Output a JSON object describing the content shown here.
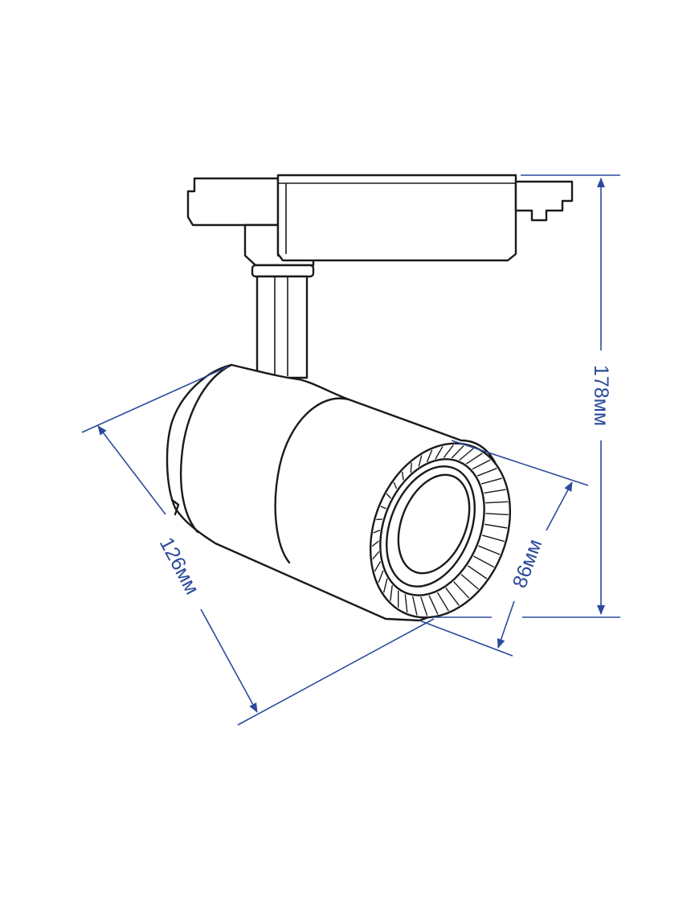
{
  "dimensions": {
    "height": {
      "value": 178,
      "unit": "мм",
      "label": "178мм"
    },
    "length": {
      "value": 126,
      "unit": "мм",
      "label": "126мм"
    },
    "diameter": {
      "value": 86,
      "unit": "мм",
      "label": "86мм"
    }
  },
  "colors": {
    "outline": "#1a1a1a",
    "dimension": "#2b4a9b",
    "background": "#ffffff"
  }
}
